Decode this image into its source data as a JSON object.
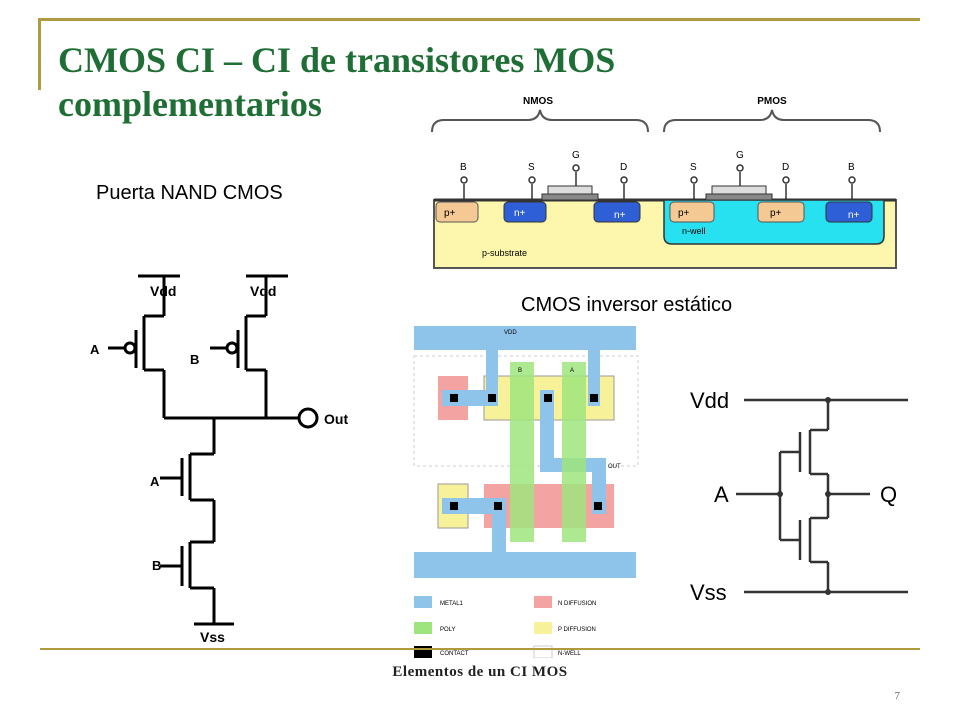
{
  "slide": {
    "title_line1": "CMOS CI – CI de transistores MOS",
    "title_line2": "complementarios",
    "nand_label": "Puerta NAND CMOS",
    "inverter_label": "CMOS inversor estático",
    "footer": "Elementos de un CI MOS",
    "page_number": "7"
  },
  "cross_section": {
    "nmos_label": "NMOS",
    "pmos_label": "PMOS",
    "terminals": [
      "B",
      "S",
      "G",
      "D",
      "S",
      "G",
      "D",
      "B"
    ],
    "regions": [
      "p+",
      "n+",
      "n+",
      "p+",
      "p+",
      "n+"
    ],
    "nwell_label": "n-well",
    "substrate_label": "p-substrate"
  },
  "nand": {
    "vdd1": "Vdd",
    "vdd2": "Vdd",
    "in_a_top": "A",
    "in_b_top": "B",
    "out": "Out",
    "in_a_bot": "A",
    "in_b_bot": "B",
    "vss": "Vss"
  },
  "layout": {
    "vdd": "VDD",
    "b": "B",
    "a": "A",
    "out": "OUT",
    "legend": [
      "METAL1",
      "N DIFFUSION",
      "POLY",
      "P DIFFUSION",
      "CONTACT",
      "N-WELL"
    ]
  },
  "inverter": {
    "vdd": "Vdd",
    "a": "A",
    "q": "Q",
    "vss": "Vss"
  },
  "colors": {
    "title": "#1f6e35",
    "rule": "#b09a3f",
    "metal": "#8ec3ea",
    "ndiff": "#f4a3a3",
    "poly": "#9fe57e",
    "pdiff": "#f7f29a",
    "substrate": "#fdf7ae",
    "nwell": "#27e0f0",
    "nplus": "#2f5fd6",
    "pplus": "#f5c993"
  }
}
